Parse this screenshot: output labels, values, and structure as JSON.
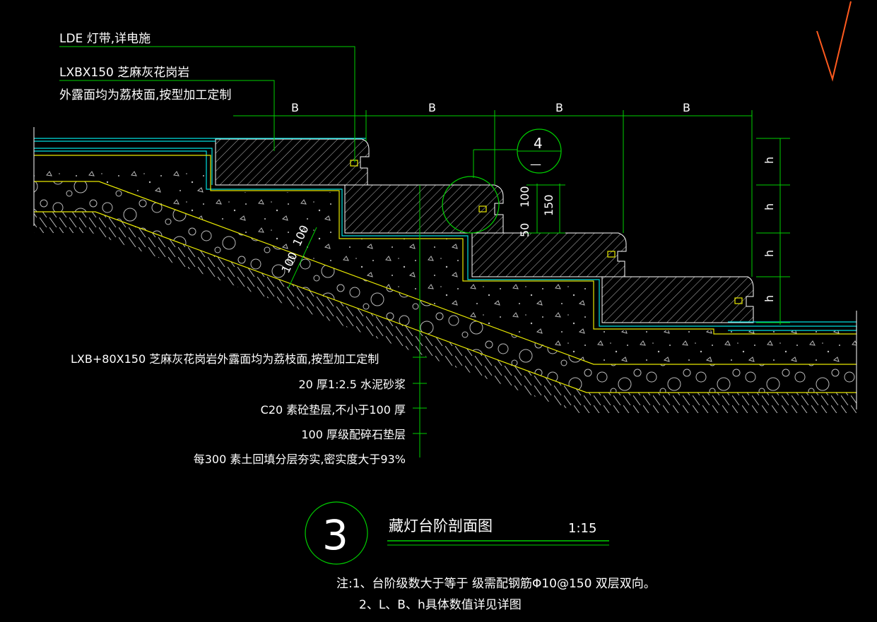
{
  "top_labels": {
    "lde": "LDE 灯带,详电施",
    "lxbx": "LXBX150   芝麻灰花岗岩",
    "finish": "外露面均为荔枝面,按型加工定制"
  },
  "dims": {
    "b_labels": [
      "B",
      "B",
      "B",
      "B"
    ],
    "h_labels": [
      "h",
      "h",
      "h",
      "h"
    ],
    "d100_a": "100",
    "d150": "150",
    "d50": "50",
    "slope_100a": "100",
    "slope_100b": "100"
  },
  "detail_bubble": {
    "num": "4",
    "sheet": "—"
  },
  "layers": [
    "LXB+80X150      芝麻灰花岗岩外露面均为荔枝面,按型加工定制",
    "20 厚1:2.5 水泥砂浆",
    "C20  素砼垫层,不小于100  厚",
    "100  厚级配碎石垫层",
    "每300  素土回填分层夯实,密实度大于93%"
  ],
  "title": {
    "number": "3",
    "name": "藏灯台阶剖面图",
    "scale": "1:15"
  },
  "notes": [
    "注:1、台阶级数大于等于 级需配钢筋Φ10@150    双层双向。",
    "2、L、B、h具体数值详见详图"
  ],
  "colors": {
    "background": "#000000",
    "line_green": "#00d000",
    "line_cyan": "#00e0e0",
    "line_yellow": "#e8e800",
    "text": "#ffffff",
    "mark_orange": "#ff5a1e"
  }
}
